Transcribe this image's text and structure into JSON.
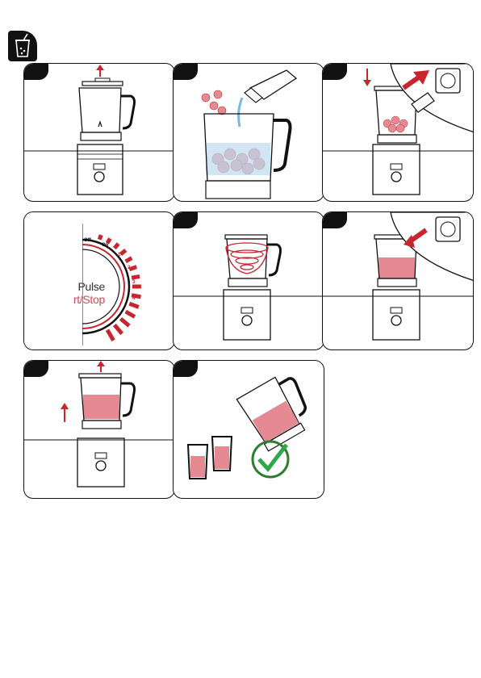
{
  "header": {
    "icon": "smoothie-cup-icon"
  },
  "steps": [
    {
      "panel": "remove-lid",
      "icons": [
        "blender-jug-icon",
        "lift-arrow-icon"
      ]
    },
    {
      "panel": "add-ingredients",
      "icons": [
        "raspberries-icon",
        "liquid-bottle-icon"
      ]
    },
    {
      "panel": "close-and-plug-in",
      "icons": [
        "down-arrow-icon",
        "power-plug-icon",
        "wall-socket-icon"
      ]
    },
    {
      "panel": "select-speed",
      "levels": [
        "1",
        "2",
        "3",
        "4"
      ],
      "dial": {
        "off_label": "Off",
        "on_label": "On",
        "numbers": [
          "1",
          "2",
          "3",
          "4"
        ],
        "pulse_text": "Pulse",
        "start_stop_text": "rt/Stop"
      }
    },
    {
      "panel": "blending",
      "icons": [
        "vortex-icon"
      ]
    },
    {
      "panel": "unplug",
      "icons": [
        "unplug-arrow-icon",
        "wall-socket-icon"
      ]
    },
    {
      "panel": "remove-jug",
      "icons": [
        "up-arrow-icon"
      ]
    },
    {
      "panel": "pour-and-serve",
      "icons": [
        "glass-icon",
        "check-icon"
      ]
    }
  ],
  "colors": {
    "accent": "#c7262e",
    "juice": "#e58a92",
    "water": "#bcdcf0",
    "outline": "#111111"
  }
}
